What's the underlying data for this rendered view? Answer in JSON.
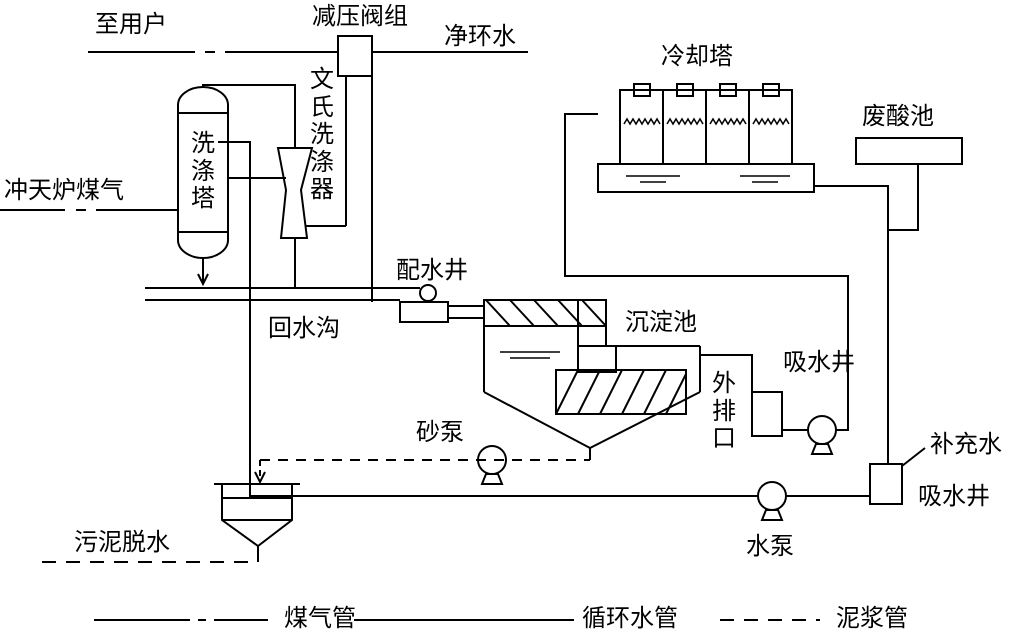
{
  "labels": {
    "to_users": "至用户",
    "pressure_valve_group": "减压阀组",
    "clean_circulating_water": "净环水",
    "cooling_tower": "冷却塔",
    "waste_acid_pool": "废酸池",
    "cupola_gas": "冲天炉煤气",
    "scrubber_tower": "洗涤塔",
    "venturi_scrubber": "文氏洗涤器",
    "distribution_well": "配水井",
    "return_ditch": "回水沟",
    "settling_tank": "沉淀池",
    "suction_well_1": "吸水井",
    "external_discharge": "外排口",
    "sand_pump": "砂泵",
    "makeup_water": "补充水",
    "suction_well_2": "吸水井",
    "water_pump": "水泵",
    "sludge_dewatering": "污泥脱水"
  },
  "legend": {
    "gas_pipe": "煤气管",
    "circulating_water_pipe": "循环水管",
    "slurry_pipe": "泥浆管"
  },
  "colors": {
    "line": "#000000",
    "background": "#ffffff"
  }
}
